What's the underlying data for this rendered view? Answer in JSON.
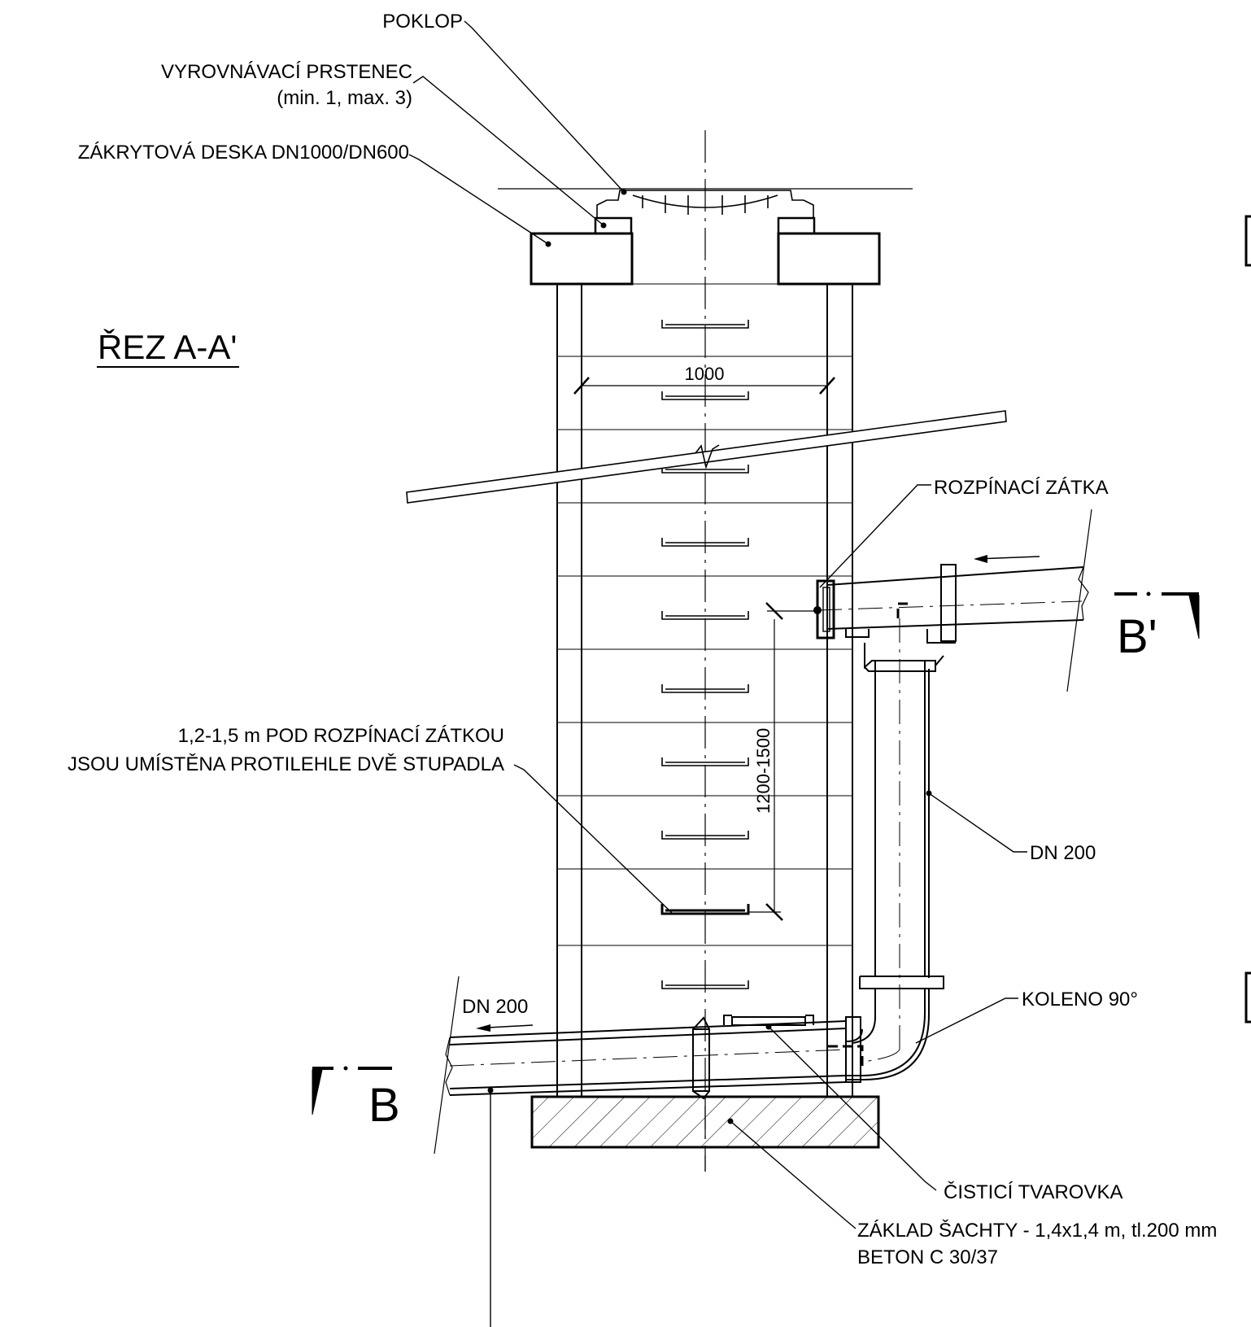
{
  "section_title": "ŘEZ A-A'",
  "labels": {
    "poklop": "POKLOP",
    "ring_line1": "VYROVNÁVACÍ PRSTENEC",
    "ring_line2": "(min. 1, max. 3)",
    "cover_slab": "ZÁKRYTOVÁ DESKA DN1000/DN600",
    "plug": "ROZPÍNACÍ ZÁTKA",
    "steps_line1": "1,2-1,5 m POD ROZPÍNACÍ ZÁTKOU",
    "steps_line2": "JSOU UMÍSTĚNA PROTILEHLE DVĚ STUPADLA",
    "dn200_right": "DN 200",
    "dn200_left": "DN 200",
    "elbow": "KOLENO 90°",
    "cleaning": "ČISTICÍ TVAROVKA",
    "base_line1": "ZÁKLAD ŠACHTY - 1,4x1,4 m, tl.200 mm",
    "base_line2": "BETON C 30/37"
  },
  "dimensions": {
    "diameter": "1000",
    "step_depth": "1200-1500"
  },
  "section_marks": {
    "b_prime": "B'",
    "b": "B"
  }
}
